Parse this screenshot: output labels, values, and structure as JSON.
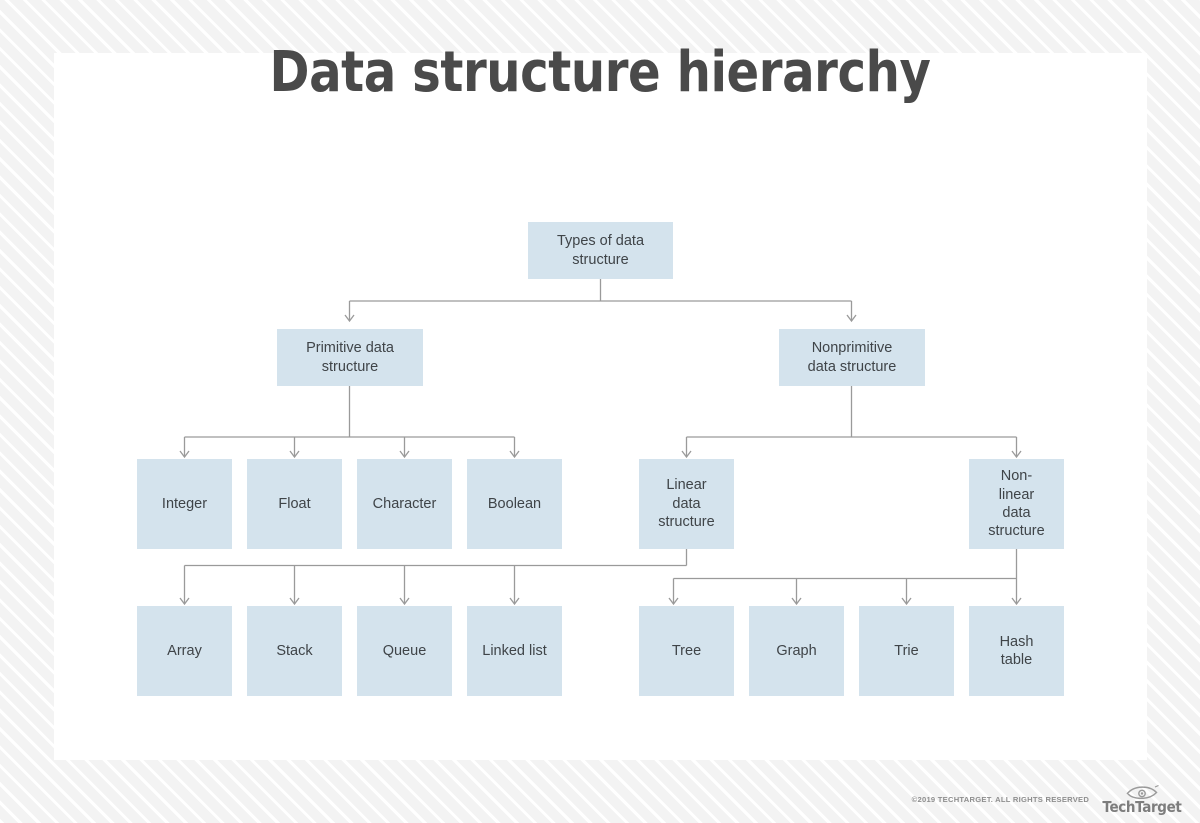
{
  "page": {
    "title": "Data structure hierarchy",
    "background_color": "#f2f2f2",
    "card_color": "#ffffff"
  },
  "theme": {
    "node_fill": "#d4e3ed",
    "node_text": "#3f4448",
    "connector_color": "#9a9a9a",
    "title_color": "#4a4a4a"
  },
  "chart_data": {
    "type": "diagram",
    "title": "Data structure hierarchy",
    "nodes": [
      {
        "id": "root",
        "label": "Types of data\nstructure",
        "level": 0
      },
      {
        "id": "primitive",
        "label": "Primitive data\nstructure",
        "level": 1
      },
      {
        "id": "nonprimitive",
        "label": "Nonprimitive\ndata structure",
        "level": 1
      },
      {
        "id": "integer",
        "label": "Integer",
        "level": 2
      },
      {
        "id": "float",
        "label": "Float",
        "level": 2
      },
      {
        "id": "character",
        "label": "Character",
        "level": 2
      },
      {
        "id": "boolean",
        "label": "Boolean",
        "level": 2
      },
      {
        "id": "linear",
        "label": "Linear\ndata\nstructure",
        "level": 2
      },
      {
        "id": "nonlinear",
        "label": "Non-\nlinear\ndata\nstructure",
        "level": 2
      },
      {
        "id": "array",
        "label": "Array",
        "level": 3
      },
      {
        "id": "stack",
        "label": "Stack",
        "level": 3
      },
      {
        "id": "queue",
        "label": "Queue",
        "level": 3
      },
      {
        "id": "linkedlist",
        "label": "Linked list",
        "level": 3
      },
      {
        "id": "tree",
        "label": "Tree",
        "level": 3
      },
      {
        "id": "graph",
        "label": "Graph",
        "level": 3
      },
      {
        "id": "trie",
        "label": "Trie",
        "level": 3
      },
      {
        "id": "hashtable",
        "label": "Hash\ntable",
        "level": 3
      }
    ],
    "edges": [
      {
        "from": "root",
        "to": "primitive"
      },
      {
        "from": "root",
        "to": "nonprimitive"
      },
      {
        "from": "primitive",
        "to": "integer"
      },
      {
        "from": "primitive",
        "to": "float"
      },
      {
        "from": "primitive",
        "to": "character"
      },
      {
        "from": "primitive",
        "to": "boolean"
      },
      {
        "from": "nonprimitive",
        "to": "linear"
      },
      {
        "from": "nonprimitive",
        "to": "nonlinear"
      },
      {
        "from": "linear",
        "to": "array"
      },
      {
        "from": "linear",
        "to": "stack"
      },
      {
        "from": "linear",
        "to": "queue"
      },
      {
        "from": "linear",
        "to": "linkedlist"
      },
      {
        "from": "nonlinear",
        "to": "tree"
      },
      {
        "from": "nonlinear",
        "to": "graph"
      },
      {
        "from": "nonlinear",
        "to": "trie"
      },
      {
        "from": "nonlinear",
        "to": "hashtable"
      }
    ]
  },
  "nodes": {
    "root": "Types of data\nstructure",
    "primitive": "Primitive data\nstructure",
    "nonprimitive": "Nonprimitive\ndata structure",
    "integer": "Integer",
    "float": "Float",
    "character": "Character",
    "boolean": "Boolean",
    "linear": "Linear\ndata\nstructure",
    "nonlinear": "Non-\nlinear\ndata\nstructure",
    "array": "Array",
    "stack": "Stack",
    "queue": "Queue",
    "linkedlist": "Linked list",
    "tree": "Tree",
    "graph": "Graph",
    "trie": "Trie",
    "hashtable": "Hash\ntable"
  },
  "footer": {
    "copyright": "©2019 TECHTARGET. ALL RIGHTS RESERVED",
    "logo_text": "TechTarget",
    "logo_icon": "eye-icon"
  }
}
